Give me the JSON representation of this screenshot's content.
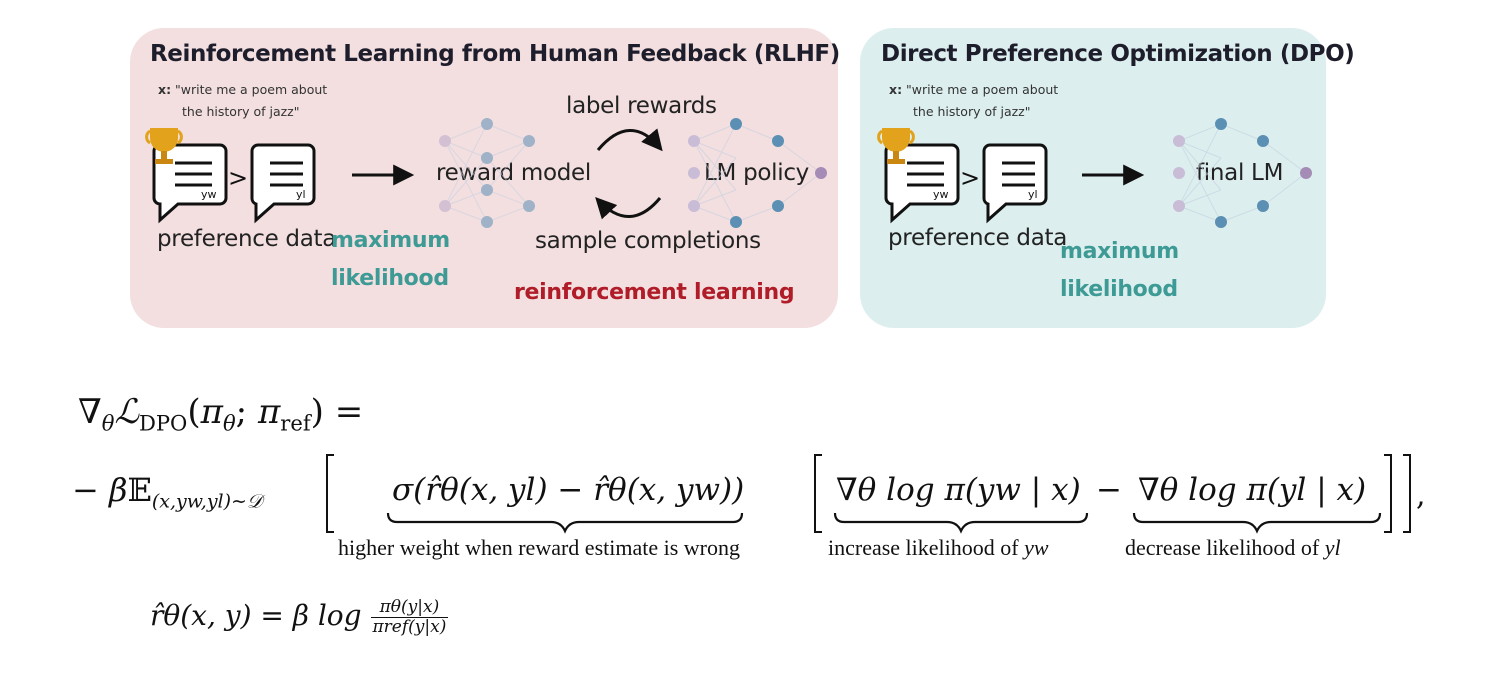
{
  "rlhf": {
    "title": "Reinforcement Learning from Human Feedback (RLHF)",
    "prompt_label": "x:",
    "prompt_line1": "\"write me a poem about",
    "prompt_line2": "the history of jazz\"",
    "preferred_doc_label": "yw",
    "dispreferred_doc_label": "yl",
    "comparison_symbol": ">",
    "preference_data_label": "preference data",
    "maximum_label": "maximum",
    "likelihood_label": "likelihood",
    "reward_model_label": "reward model",
    "label_rewards_label": "label rewards",
    "sample_completions_label": "sample completions",
    "lm_policy_label": "LM policy",
    "reinforcement_learning_label": "reinforcement learning",
    "background_color": "#f3dfe0"
  },
  "dpo": {
    "title": "Direct Preference Optimization (DPO)",
    "prompt_label": "x:",
    "prompt_line1": "\"write me a poem about",
    "prompt_line2": "the history of jazz\"",
    "preferred_doc_label": "yw",
    "dispreferred_doc_label": "yl",
    "comparison_symbol": ">",
    "preference_data_label": "preference data",
    "final_lm_label": "final LM",
    "maximum_label": "maximum",
    "likelihood_label": "likelihood",
    "background_color": "#dcefee"
  },
  "colors": {
    "teal_accent": "#3e9a95",
    "red_accent": "#b01c28",
    "node_blue": "#5b8fb3",
    "node_purple": "#a58cb6",
    "trophy_gold": "#e3a21c"
  },
  "equation": {
    "line1": {
      "nabla": "∇",
      "theta_sub": "θ",
      "loss": "ℒ",
      "loss_sub": "DPO",
      "lparen": "(",
      "pi": "π",
      "pi_sub": "θ",
      "semicolon": ";",
      "pi_ref": "π",
      "pi_ref_sub": "ref",
      "rparen_eq": ") ="
    },
    "line2": {
      "neg_beta": "− β",
      "expect": "𝔼",
      "expect_sub": "(x,yw,yl)∼𝒟",
      "sigma_term": "σ(r̂θ(x, yl) − r̂θ(x, yw))",
      "grad_w_term": "∇θ log π(yw | x)",
      "minus": "−",
      "grad_l_term": "∇θ log π(yl | x)",
      "trailing": "]],"
    },
    "brace_labels": {
      "weight": "higher weight when reward estimate is wrong",
      "increase": "increase likelihood of",
      "increase_var": "yw",
      "decrease": "decrease likelihood of",
      "decrease_var": "yl"
    },
    "reward_def": {
      "lhs": "r̂θ(x, y) = β log",
      "frac_num": "πθ(y|x)",
      "frac_den": "πref(y|x)"
    }
  }
}
